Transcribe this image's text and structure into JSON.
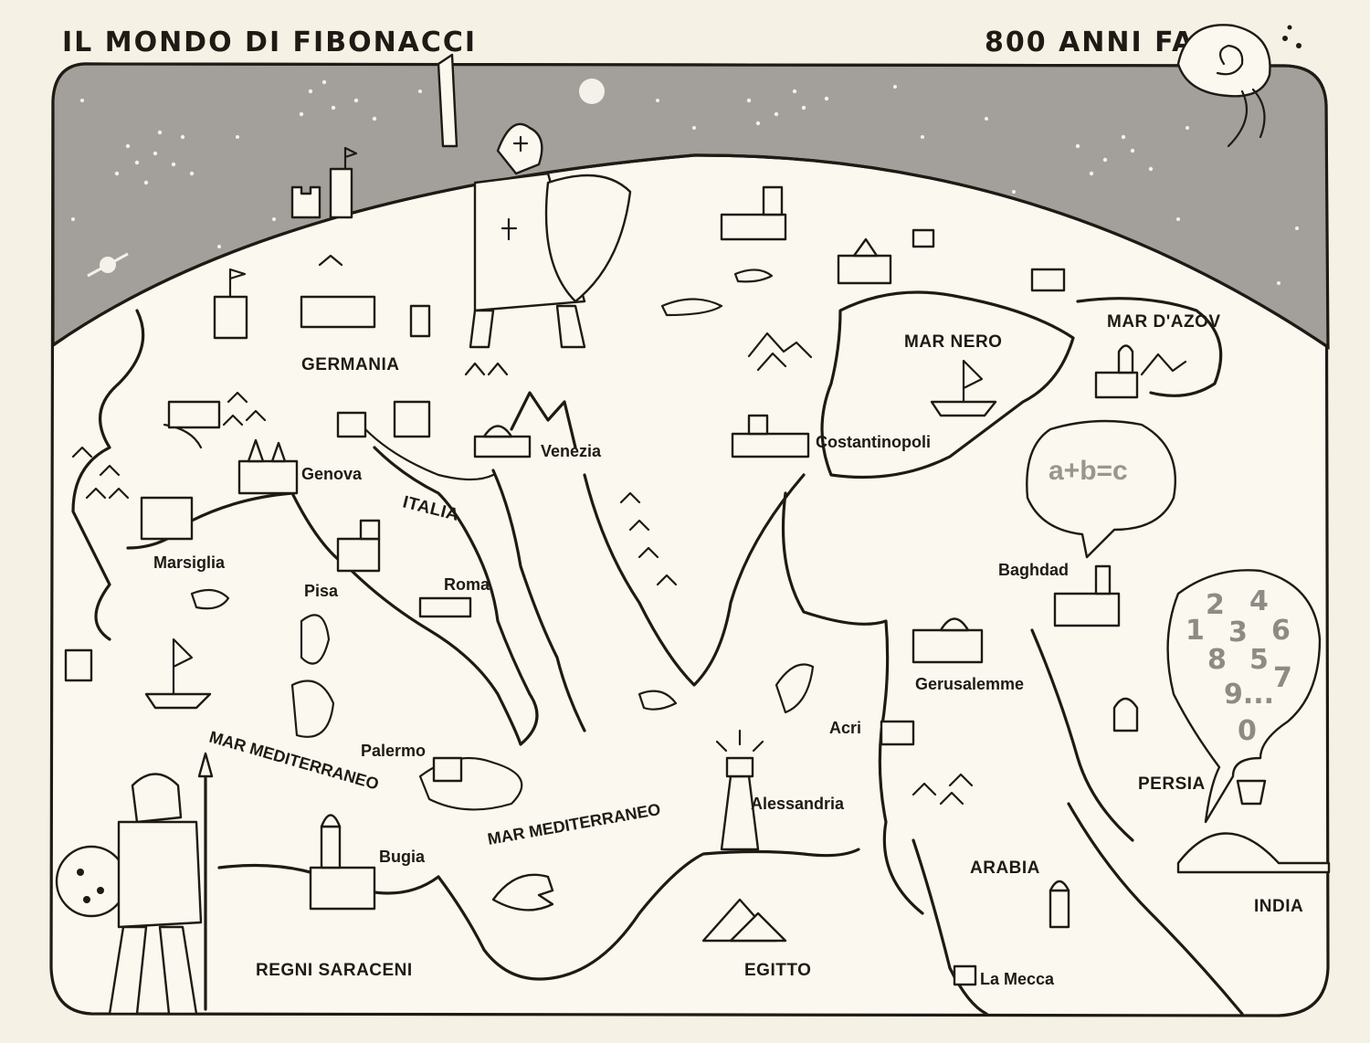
{
  "header": {
    "title": "IL MONDO DI FIBONACCI",
    "subtitle": "800 ANNI FA"
  },
  "regions": {
    "germania": "GERMANIA",
    "italia": "ITALIA",
    "mar_nero": "MAR NERO",
    "mar_azov": "MAR D'AZOV",
    "persia": "PERSIA",
    "arabia": "ARABIA",
    "india": "INDIA",
    "egitto": "EGITTO",
    "regni_saraceni": "REGNI SARACENI",
    "mar_med_1": "MAR MEDITERRANEO",
    "mar_med_2": "MAR MEDITERRANEO"
  },
  "cities": {
    "venezia": "Venezia",
    "genova": "Genova",
    "marsiglia": "Marsiglia",
    "pisa": "Pisa",
    "roma": "Roma",
    "palermo": "Palermo",
    "bugia": "Bugia",
    "costantinopoli": "Costantinopoli",
    "baghdad": "Baghdad",
    "gerusalemme": "Gerusalemme",
    "acri": "Acri",
    "alessandria": "Alessandria",
    "la_mecca": "La Mecca"
  },
  "bubbles": {
    "formula": "a+b=c",
    "numerals": [
      "1",
      "2",
      "3",
      "4",
      "5",
      "6",
      "7",
      "8",
      "9...",
      "0"
    ]
  },
  "colors": {
    "sky": "#a3a09c",
    "ink": "#1f1a14",
    "paper": "#f6f1e5",
    "land": "#fbf8ef",
    "numeral_grey": "#8f8b84"
  }
}
